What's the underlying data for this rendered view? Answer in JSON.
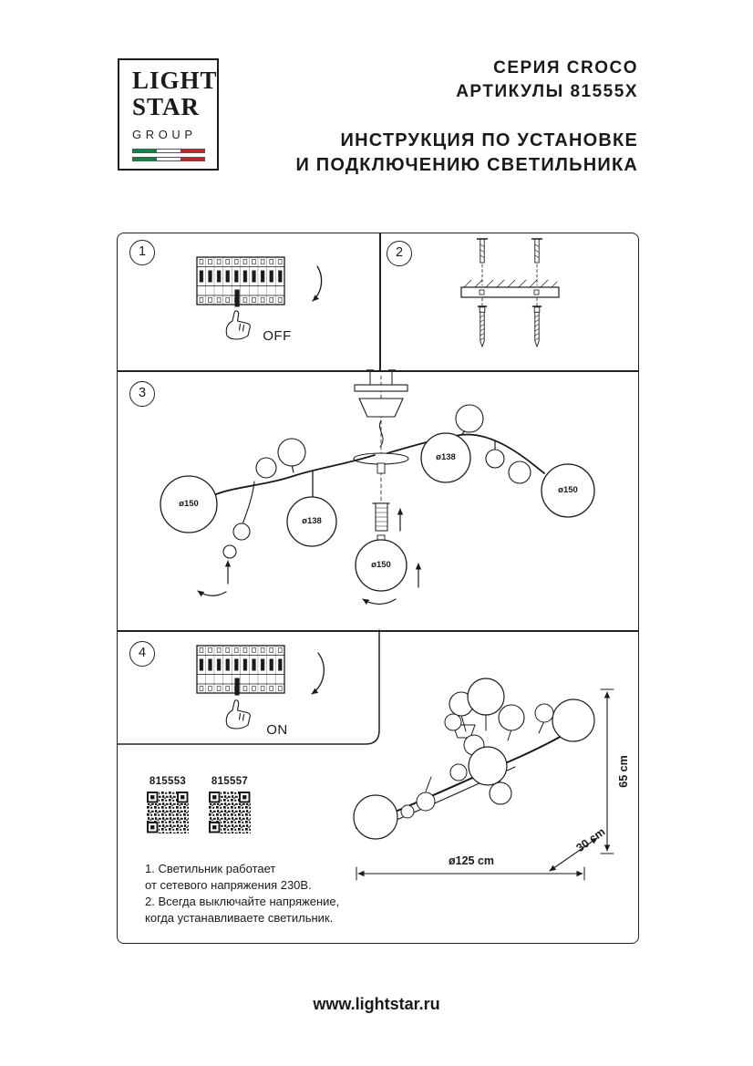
{
  "logo": {
    "light": "LIGHT",
    "star": "STAR",
    "group": "GROUP",
    "flag_colors": {
      "green": "#008C45",
      "white": "#FFFFFF",
      "red": "#CD212A"
    }
  },
  "header": {
    "series": "СЕРИЯ CROCO",
    "articles": "АРТИКУЛЫ 81555X",
    "title_line1": "ИНСТРУКЦИЯ ПО УСТАНОВКЕ",
    "title_line2": "И ПОДКЛЮЧЕНИЮ СВЕТИЛЬНИКА"
  },
  "steps": {
    "one": {
      "num": "1",
      "switch_label": "OFF"
    },
    "two": {
      "num": "2"
    },
    "three": {
      "num": "3",
      "globe_labels": {
        "left": "ø150",
        "mid": "ø138",
        "right_mid": "ø138",
        "far_right": "ø150",
        "detached": "ø150"
      }
    },
    "four": {
      "num": "4",
      "switch_label": "ON"
    }
  },
  "products": [
    {
      "article": "815553"
    },
    {
      "article": "815557"
    }
  ],
  "notes": [
    "1. Светильник работает",
    "от сетевого напряжения 230В.",
    "2. Всегда выключайте напряжение,",
    "когда устанавливаете светильник."
  ],
  "dimensions": {
    "height": "65 cm",
    "depth": "30 cm",
    "diameter": "ø125 cm"
  },
  "footer": {
    "website": "www.lightstar.ru"
  }
}
